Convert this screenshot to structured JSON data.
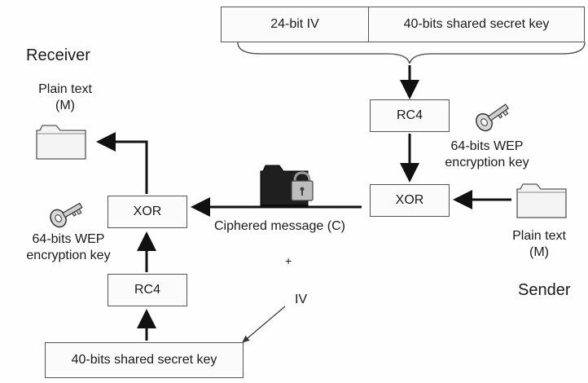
{
  "header": {
    "iv_label": "24-bit IV",
    "key_label": "40-bits shared secret key"
  },
  "receiver": {
    "title": "Receiver",
    "plaintext_label_line1": "Plain text",
    "plaintext_label_line2": "(M)",
    "xor_label": "XOR",
    "rc4_label": "RC4",
    "wep_key_line1": "64-bits WEP",
    "wep_key_line2": "encryption key",
    "shared_key_label": "40-bits shared secret key"
  },
  "sender": {
    "title": "Sender",
    "rc4_label": "RC4",
    "xor_label": "XOR",
    "wep_key_line1": "64-bits WEP",
    "wep_key_line2": "encryption key",
    "plaintext_label_line1": "Plain text",
    "plaintext_label_line2": "(M)"
  },
  "middle": {
    "ciphered_label": "Ciphered message (C)",
    "plus_sign": "+",
    "iv_label": "IV"
  },
  "icons": {
    "folder": "folder-icon",
    "key": "key-icon",
    "lock_folder": "locked-folder-icon"
  },
  "colors": {
    "line": "#111111",
    "box_border": "#555555",
    "folder_fill": "#f4f4f4",
    "dark_folder": "#1f1f1f"
  }
}
